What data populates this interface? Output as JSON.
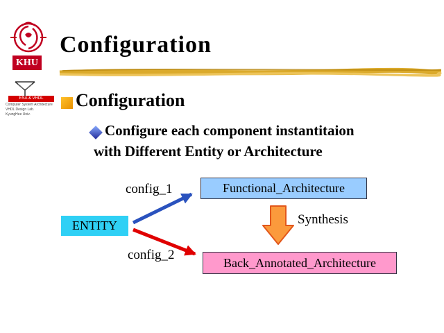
{
  "header": {
    "logo_text": "KHU",
    "title": "Configuration"
  },
  "side_logo": {
    "banner": "ESA & VHDL",
    "line1": "Computer System Architecture",
    "line2": "VHDL Design Lab.",
    "line3": "KyungHee Univ."
  },
  "content": {
    "heading": "Configuration",
    "bullet_line1": "Configure each component instantitaion",
    "bullet_line2": "with Different Entity or Architecture"
  },
  "diagram": {
    "entity_label": "ENTITY",
    "config1_label": "config_1",
    "config2_label": "config_2",
    "functional_label": "Functional_Architecture",
    "back_annotated_label": "Back_Annotated_Architecture",
    "synthesis_label": "Synthesis"
  },
  "colors": {
    "logo_red": "#c00020",
    "gold_line": "#d9a520",
    "square_bullet_orange": "#f0a310",
    "diamond_blue": "#3344aa",
    "entity_fill": "#2fd0f5",
    "functional_fill": "#99ccff",
    "back_fill": "#ff99cc",
    "arrow_blue": "#2a52be",
    "arrow_red": "#e00000",
    "synthesis_fill": "#fb9a3c",
    "synthesis_border": "#e2571b"
  }
}
